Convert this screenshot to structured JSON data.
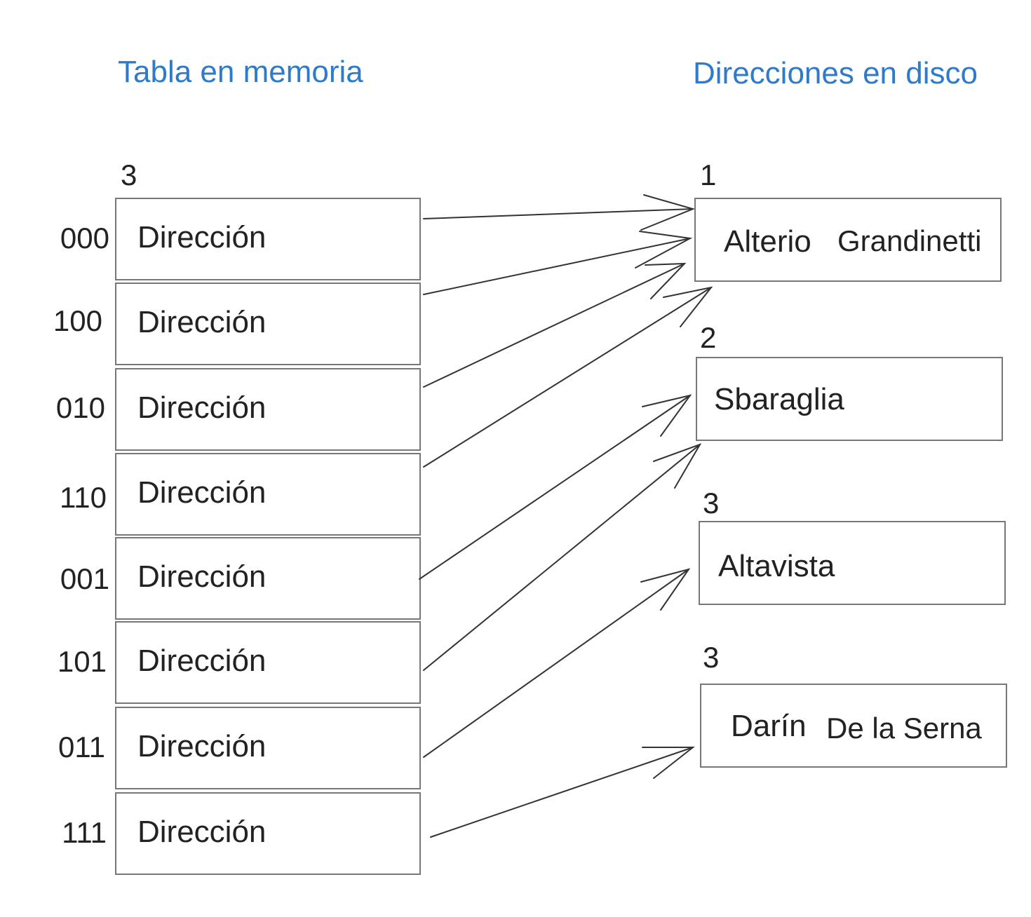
{
  "headings": {
    "memory_table": "Tabla en memoria",
    "disk_addresses": "Direcciones en disco"
  },
  "global_depth": "3",
  "table": {
    "rows": [
      {
        "bits": "000",
        "label": "Dirección",
        "points_to": 0
      },
      {
        "bits": "100",
        "label": "Dirección",
        "points_to": 0
      },
      {
        "bits": "010",
        "label": "Dirección",
        "points_to": 0
      },
      {
        "bits": "110",
        "label": "Dirección",
        "points_to": 0
      },
      {
        "bits": "001",
        "label": "Dirección",
        "points_to": 1
      },
      {
        "bits": "101",
        "label": "Dirección",
        "points_to": 1
      },
      {
        "bits": "011",
        "label": "Dirección",
        "points_to": 2
      },
      {
        "bits": "111",
        "label": "Dirección",
        "points_to": 3
      }
    ]
  },
  "buckets": [
    {
      "depth": "1",
      "records": [
        "Alterio",
        "Grandinetti"
      ]
    },
    {
      "depth": "2",
      "records": [
        "Sbaraglia"
      ]
    },
    {
      "depth": "3",
      "records": [
        "Altavista"
      ]
    },
    {
      "depth": "3",
      "records": [
        "Darín",
        "De la Serna"
      ]
    }
  ],
  "colors": {
    "heading": "#2f7ac9",
    "border": "#777777",
    "line": "#333333"
  }
}
